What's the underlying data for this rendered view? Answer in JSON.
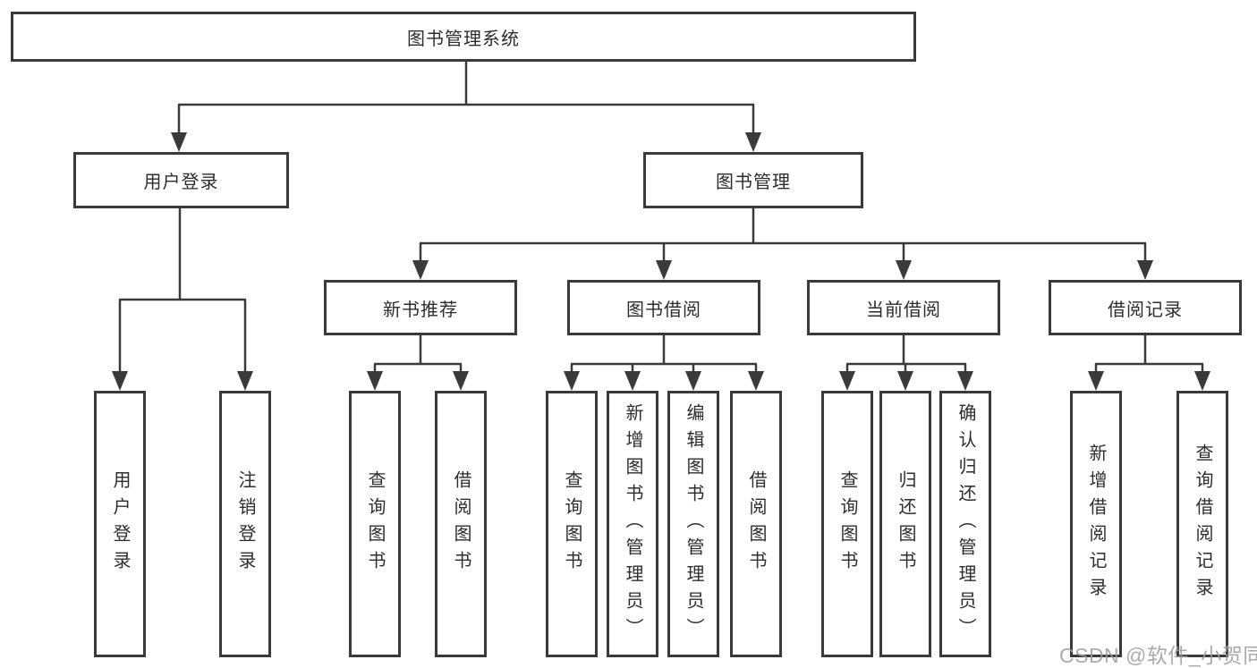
{
  "diagram": {
    "root": {
      "label": "图书管理系统"
    },
    "branches": [
      {
        "label": "用户登录",
        "children": [
          {
            "label": "用户登录"
          },
          {
            "label": "注销登录"
          }
        ]
      },
      {
        "label": "图书管理",
        "children": [
          {
            "label": "新书推荐",
            "children": [
              {
                "label": "查询图书"
              },
              {
                "label": "借阅图书"
              }
            ]
          },
          {
            "label": "图书借阅",
            "children": [
              {
                "label": "查询图书"
              },
              {
                "label": "新增图书（管理员）"
              },
              {
                "label": "编辑图书（管理员）"
              },
              {
                "label": "借阅图书"
              }
            ]
          },
          {
            "label": "当前借阅",
            "children": [
              {
                "label": "查询图书"
              },
              {
                "label": "归还图书"
              },
              {
                "label": "确认归还（管理员）"
              }
            ]
          },
          {
            "label": "借阅记录",
            "children": [
              {
                "label": "新增借阅记录"
              },
              {
                "label": "查询借阅记录"
              }
            ]
          }
        ]
      }
    ]
  },
  "watermark": {
    "text": "CSDN @软件_小贺同学"
  },
  "colors": {
    "line": "#3a3a3a",
    "text": "#2d2d2d",
    "box_background": "#ffffff",
    "watermark": "#9c9c9c"
  }
}
